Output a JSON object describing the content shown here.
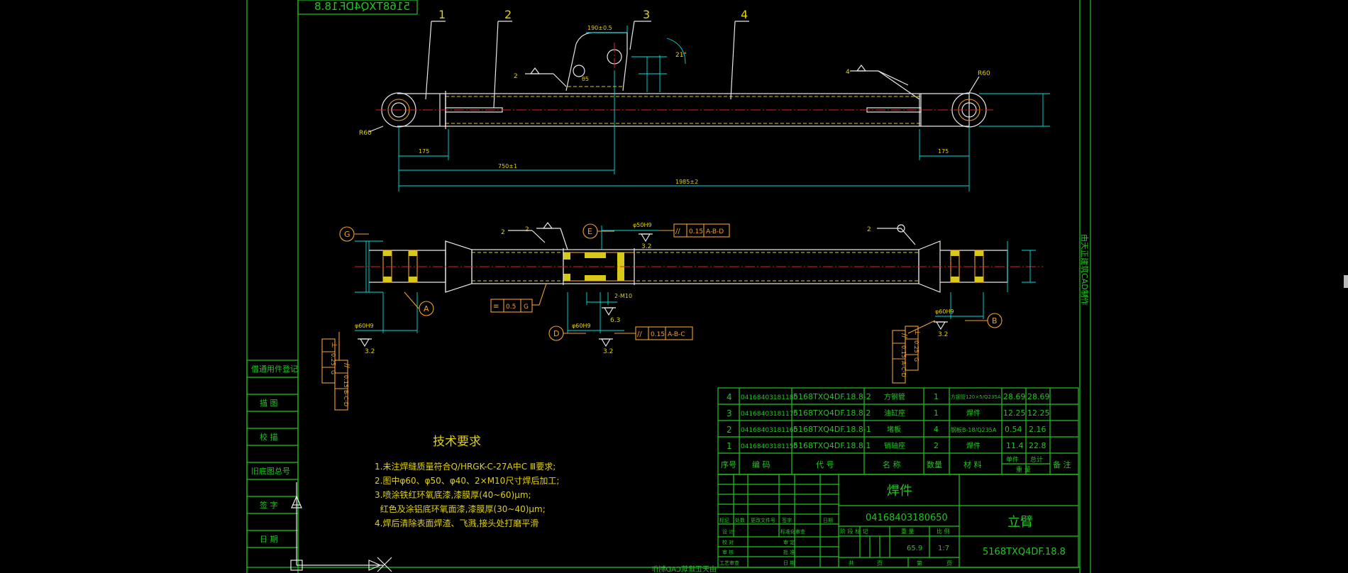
{
  "drawing": {
    "mirrored_code": "5168TXQ4DF.18.8",
    "side_caption": "由天正建筑CAD制作",
    "bottom_caption": "由天正建筑CAD制作",
    "balloons": [
      "1",
      "2",
      "3",
      "4"
    ],
    "datums": [
      "G",
      "A",
      "B",
      "D",
      "E"
    ],
    "dims_top": [
      "190±0.5",
      "1985±2",
      "750±1",
      "175",
      "175",
      "R60",
      "R60",
      "21°",
      "θ5"
    ],
    "welds_top": [
      "2",
      "4"
    ],
    "welds_bottom": [
      "2",
      "2",
      "2"
    ],
    "roughness": [
      "3.2",
      "3.2",
      "3.2",
      "3.2",
      "6.3"
    ],
    "tolerance_frames": [
      {
        "sym": "//",
        "val": "0.15",
        "ref": "A-B-D"
      },
      {
        "sym": "//",
        "val": "0.15",
        "ref": "A-B-C"
      },
      {
        "sym": "≡",
        "val": "0.5",
        "ref": "G"
      },
      {
        "sym": "//",
        "val": "0.15",
        "ref": "B-C-D"
      },
      {
        "sym": "⊥",
        "val": "0.25",
        "ref": "G"
      },
      {
        "sym": "//",
        "val": "0.15",
        "ref": "A-C-D"
      },
      {
        "sym": "⊥",
        "val": "0.25",
        "ref": "G"
      }
    ],
    "bore_labels": [
      "φ60H9",
      "φ50H9",
      "φ60H9",
      "φ60H9",
      "2-M10"
    ]
  },
  "left_strip": {
    "labels": [
      "借通用件登记",
      "描 图",
      "校 描",
      "旧底图总号",
      "签 字",
      "日 期"
    ]
  },
  "tech_requirements": {
    "title": "技术要求",
    "lines": [
      "1.未注焊缝质量符合Q/HRGK-C-27A中C Ⅲ要求;",
      "2.图中φ60、φ50、φ40、2×M10尺寸焊后加工;",
      "3.喷涂铁红环氧底漆,漆膜厚(40~60)μm;",
      "  红色及涂铝底环氧面漆,漆膜厚(30~40)μm;",
      "4.焊后清除表面焊渣、飞溅,接头处打磨平滑"
    ]
  },
  "bom": {
    "rows": [
      {
        "no": "4",
        "code": "04168403181180",
        "part": "5168TXQ4DF.18.8-2",
        "name": "方钢管",
        "qty": "1",
        "material": "方钢管120×5/Q235A",
        "unit_wt": "28.69",
        "total_wt": "28.69",
        "note": ""
      },
      {
        "no": "3",
        "code": "04168403181170",
        "part": "5168TXQ4DF.18.8.2",
        "name": "油缸座",
        "qty": "1",
        "material": "焊件",
        "unit_wt": "12.25",
        "total_wt": "12.25",
        "note": ""
      },
      {
        "no": "2",
        "code": "04168403181160",
        "part": "5168TXQ4DF.18.8-1",
        "name": "堵板",
        "qty": "4",
        "material": "钢板B-18/Q235A",
        "unit_wt": "0.54",
        "total_wt": "2.16",
        "note": ""
      },
      {
        "no": "1",
        "code": "04168403181150",
        "part": "5168TXQ4DF.18.8.1",
        "name": "销轴座",
        "qty": "2",
        "material": "焊件",
        "unit_wt": "11.4",
        "total_wt": "22.8",
        "note": ""
      }
    ],
    "header": {
      "no": "序号",
      "code": "编 码",
      "part": "代 号",
      "name": "名 称",
      "qty": "数量",
      "material": "材 料",
      "unit_wt": "单件",
      "total_wt": "总计",
      "weight_label": "重 量",
      "note": "备 注"
    }
  },
  "title_block": {
    "type_label": "焊件",
    "drawing_code": "04168403180650",
    "part_name": "立臂",
    "part_number": "5168TXQ4DF.18.8",
    "weight": "65.9",
    "scale": "1:7",
    "rev_headers": [
      "标记",
      "处数",
      "更改文件号",
      "签字",
      "日期"
    ],
    "roles": [
      "设 计",
      "校 对",
      "审 核",
      "工艺审查"
    ],
    "roles_right": [
      "标准化审查",
      "审 定",
      "批 准",
      "日 期"
    ],
    "stage_headers": [
      "阶 段 标 记",
      "重 量",
      "比 例"
    ],
    "sheet": [
      "共",
      "页",
      "第",
      "页"
    ]
  }
}
